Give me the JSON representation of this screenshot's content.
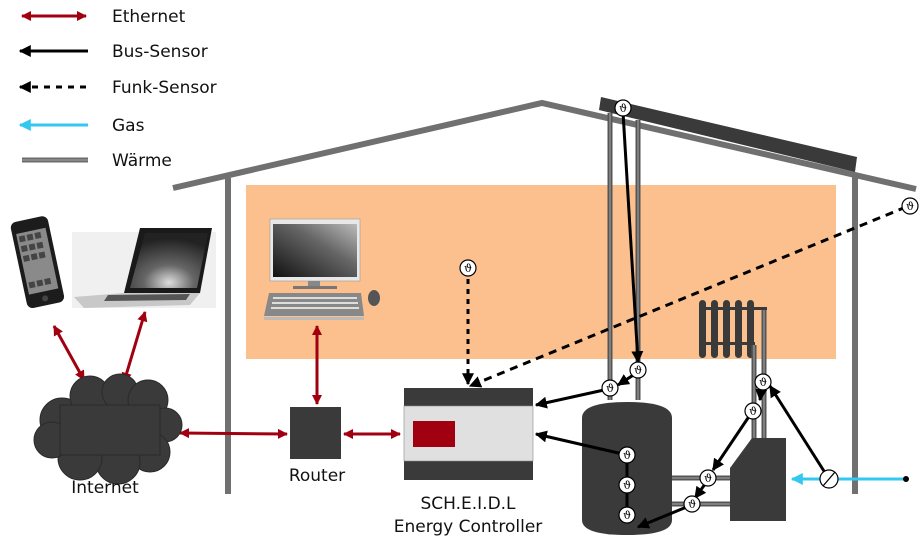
{
  "colors": {
    "ethernet": "#a0000f",
    "bus": "#000000",
    "funk": "#000000",
    "gas": "#33c8f0",
    "waerme": "#6b6b6b",
    "house_wall": "#707070",
    "room": "#fbc08e",
    "device_dark": "#3a3a3a",
    "controller_panel": "#e0e0e0",
    "controller_display": "#a0000f"
  },
  "legend": [
    {
      "type": "ethernet",
      "label": "Ethernet"
    },
    {
      "type": "bus",
      "label": "Bus-Sensor"
    },
    {
      "type": "funk",
      "label": "Funk-Sensor"
    },
    {
      "type": "gas",
      "label": "Gas"
    },
    {
      "type": "waerme",
      "label": "Wärme"
    }
  ],
  "nodes": {
    "internet": "Internet",
    "router": "Router",
    "controller_line1": "SCH.E.I.D.L",
    "controller_line2": "Energy Controller"
  },
  "sensor_symbol": "ϑ",
  "devices": [
    "smartphone",
    "laptop",
    "desktop-computer",
    "solar-collector",
    "radiator",
    "storage-tank",
    "boiler",
    "gas-meter"
  ]
}
